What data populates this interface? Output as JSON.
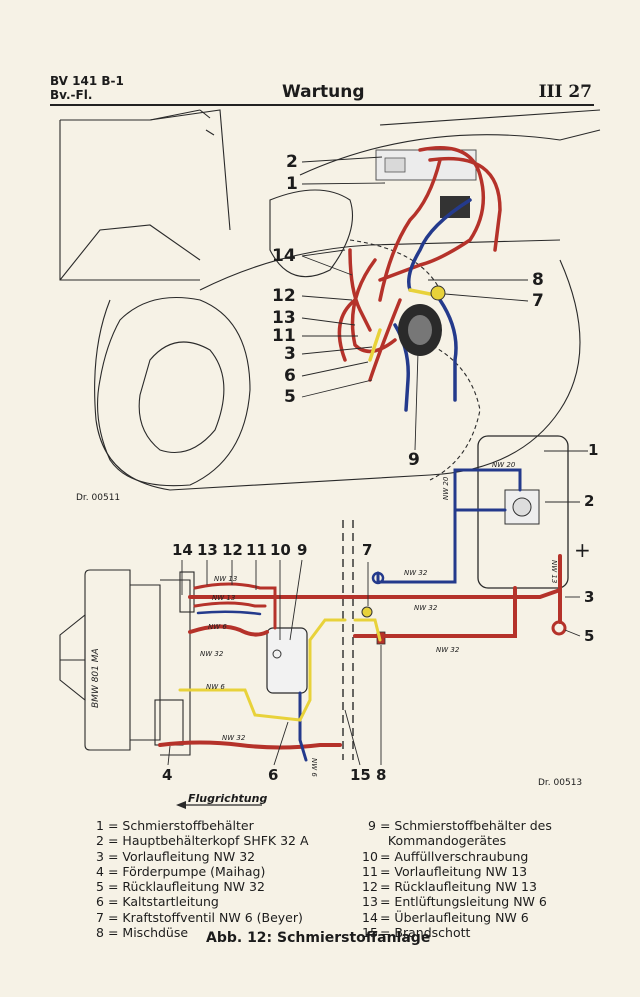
{
  "header": {
    "left_line1": "BV 141 B-1",
    "left_line2": "Bv.-Fl.",
    "title": "Wartung",
    "page": "III 27"
  },
  "top_diagram": {
    "ref": "Dr. 00511",
    "callouts": [
      "2",
      "1",
      "14",
      "12",
      "13",
      "11",
      "3",
      "6",
      "5",
      "8",
      "7",
      "9"
    ]
  },
  "bottom_diagram": {
    "ref": "Dr. 00513",
    "top_numbers": [
      "14",
      "13",
      "12",
      "11",
      "10",
      "9"
    ],
    "callout_7": "7",
    "right_numbers": [
      "1",
      "2",
      "3",
      "5"
    ],
    "bottom_numbers": [
      "4",
      "6",
      "15",
      "8"
    ],
    "plus": "+",
    "engine_label": "BMW 801 MA",
    "pipe_labels": {
      "nw13": "NW 13",
      "nw6": "NW 6",
      "nw32": "NW 32",
      "nw20": "NW 20"
    },
    "flight_direction": "Flugrichtung"
  },
  "legend": {
    "left": [
      {
        "num": "1",
        "text": "Schmierstoffbehälter"
      },
      {
        "num": "2",
        "text": "Hauptbehälterkopf SHFK 32 A"
      },
      {
        "num": "3",
        "text": "Vorlaufleitung NW 32"
      },
      {
        "num": "4",
        "text": "Förderpumpe (Maihag)"
      },
      {
        "num": "5",
        "text": "Rücklaufleitung NW 32"
      },
      {
        "num": "6",
        "text": "Kaltstartleitung"
      },
      {
        "num": "7",
        "text": "Kraftstoffventil NW 6 (Beyer)"
      },
      {
        "num": "8",
        "text": "Mischdüse"
      }
    ],
    "right": [
      {
        "num": "9",
        "text": "Schmierstoffbehälter des"
      },
      {
        "num": "",
        "text": "Kommandogerätes"
      },
      {
        "num": "10",
        "text": "Auffüllverschraubung"
      },
      {
        "num": "11",
        "text": "Vorlaufleitung NW 13"
      },
      {
        "num": "12",
        "text": "Rücklaufleitung NW 13"
      },
      {
        "num": "13",
        "text": "Entlüftungsleitung NW 6"
      },
      {
        "num": "14",
        "text": "Überlaufleitung NW 6"
      },
      {
        "num": "15",
        "text": "Brandschott"
      }
    ]
  },
  "caption": "Abb. 12: Schmierstoffanlage",
  "colors": {
    "red": "#b5322a",
    "blue": "#243a8c",
    "yellow": "#e8d23a",
    "line": "#2a2a2a",
    "paper": "#f6f2e6"
  }
}
